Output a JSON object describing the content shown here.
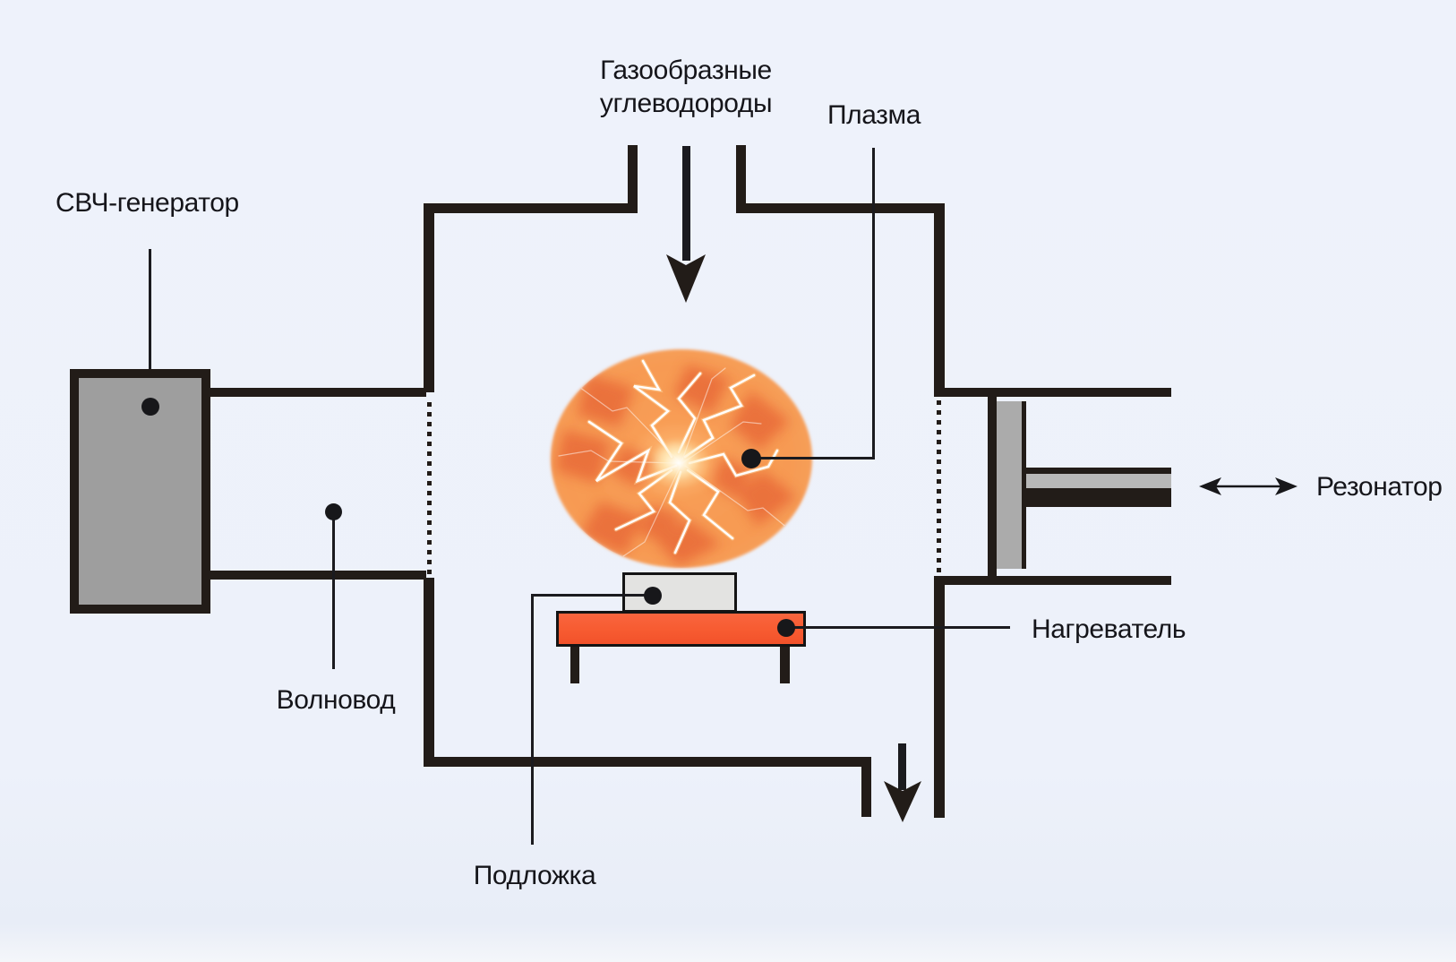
{
  "labels": {
    "gas_line1": "Газообразные",
    "gas_line2": "углеводороды",
    "plasma": "Плазма",
    "generator": "СВЧ-генератор",
    "waveguide": "Волновод",
    "substrate": "Подложка",
    "heater": "Нагреватель",
    "resonator": "Резонатор"
  },
  "icons": {
    "gas_inlet_arrow": "arrow-down",
    "gas_outlet_arrow": "arrow-down",
    "resonator_tuning_arrow": "arrow-left-right"
  },
  "colors": {
    "background": "#edf1fa",
    "outline": "#221c18",
    "leader_line": "#1b1b1f",
    "generator_fill": "#9e9e9e",
    "substrate_fill": "#e3e3e1",
    "heater_fill": "#f75b31",
    "plunger_fill": "#ababab",
    "rod_fill": "#b8b8b8",
    "plasma_base": "#f79b52",
    "plasma_dark_patch": "#e1512b",
    "plasma_glow": "#fff8e6",
    "lightning": "#ffffff"
  }
}
